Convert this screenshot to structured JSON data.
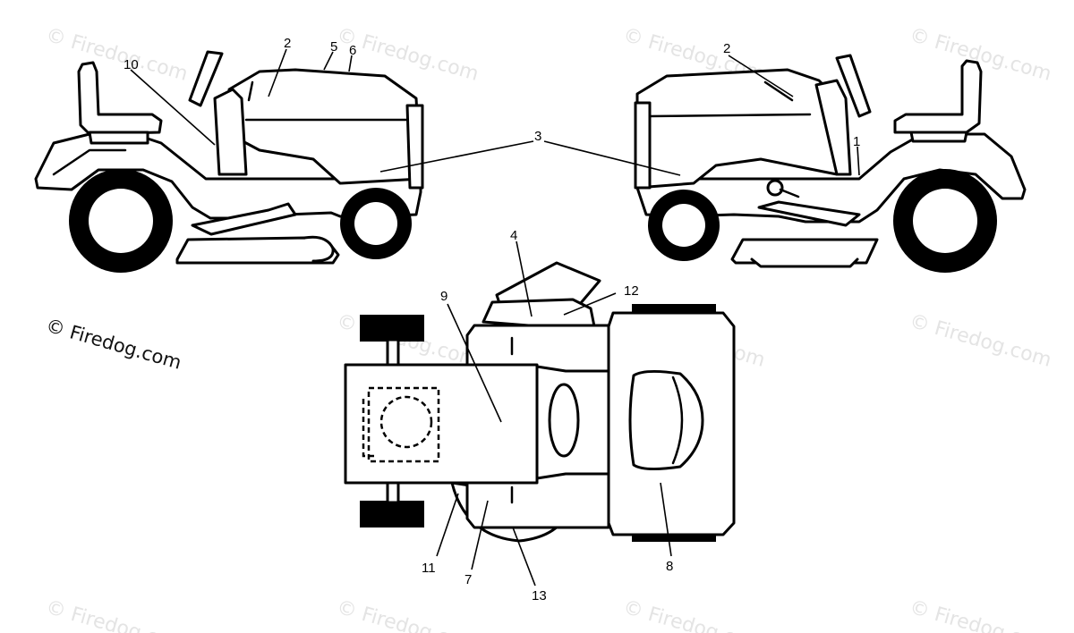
{
  "watermark": "© Firedog.com",
  "credit": "© Firedog.com",
  "callouts": {
    "c1": "1",
    "c2a": "2",
    "c2b": "2",
    "c3": "3",
    "c4": "4",
    "c5": "5",
    "c6": "6",
    "c7": "7",
    "c8": "8",
    "c9": "9",
    "c10": "10",
    "c11": "11",
    "c12": "12",
    "c13": "13"
  }
}
